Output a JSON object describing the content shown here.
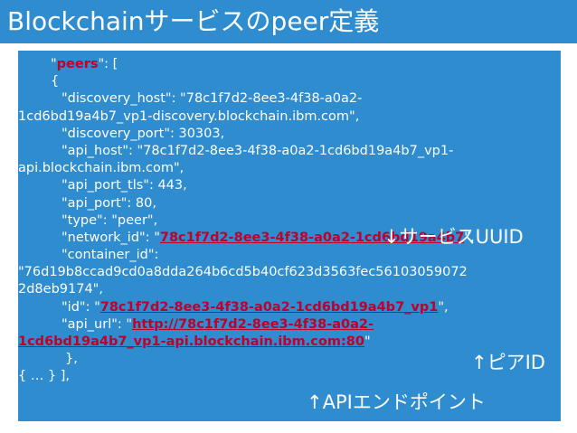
{
  "title": "Blockchainサービスのpeer定義",
  "colors": {
    "background": "#2e8ccf",
    "text": "#ffffff",
    "highlight": "#c0002a"
  },
  "code": {
    "l1_q1": "\"",
    "l1_key": "peers",
    "l1_q2": "\": [",
    "l2": "{",
    "l3": "\"discovery_host\": \"78c1f7d2-8ee3-4f38-a0a2-",
    "l4": "1cd6bd19a4b7_vp1-discovery.blockchain.ibm.com\",",
    "l5": "\"discovery_port\": 30303,",
    "l6": "\"api_host\": \"78c1f7d2-8ee3-4f38-a0a2-1cd6bd19a4b7_vp1-",
    "l7": "api.blockchain.ibm.com\",",
    "l8": "\"api_port_tls\": 443,",
    "l9": "\"api_port\": 80,",
    "l10": "\"type\": \"peer\",",
    "l11_pre": "\"network_id\": \"",
    "l11_val": "78c1f7d2-8ee3-4f38-a0a2-1cd6bd19a4b7",
    "l11_post": "\",",
    "l12": "\"container_id\":",
    "l13": "\"76d19b8ccad9cd0a8dda264b6cd5b40cf623d3563fec56103059072",
    "l14": "2d8eb9174\",",
    "l15_pre": "\"id\": \"",
    "l15_val": "78c1f7d2-8ee3-4f38-a0a2-1cd6bd19a4b7_vp1",
    "l15_post": "\",",
    "l16_pre": "\"api_url\": \"",
    "l16_val": "http://78c1f7d2-8ee3-4f38-a0a2-",
    "l17_val": "1cd6bd19a4b7_vp1-api.blockchain.ibm.com:80",
    "l17_post": "\"",
    "l18": "},",
    "l19": "{ … } ],"
  },
  "annotations": {
    "service_uuid": "↓サービスUUID",
    "peer_id": "↑ピアID",
    "api_endpoint": "↑APIエンドポイント"
  }
}
